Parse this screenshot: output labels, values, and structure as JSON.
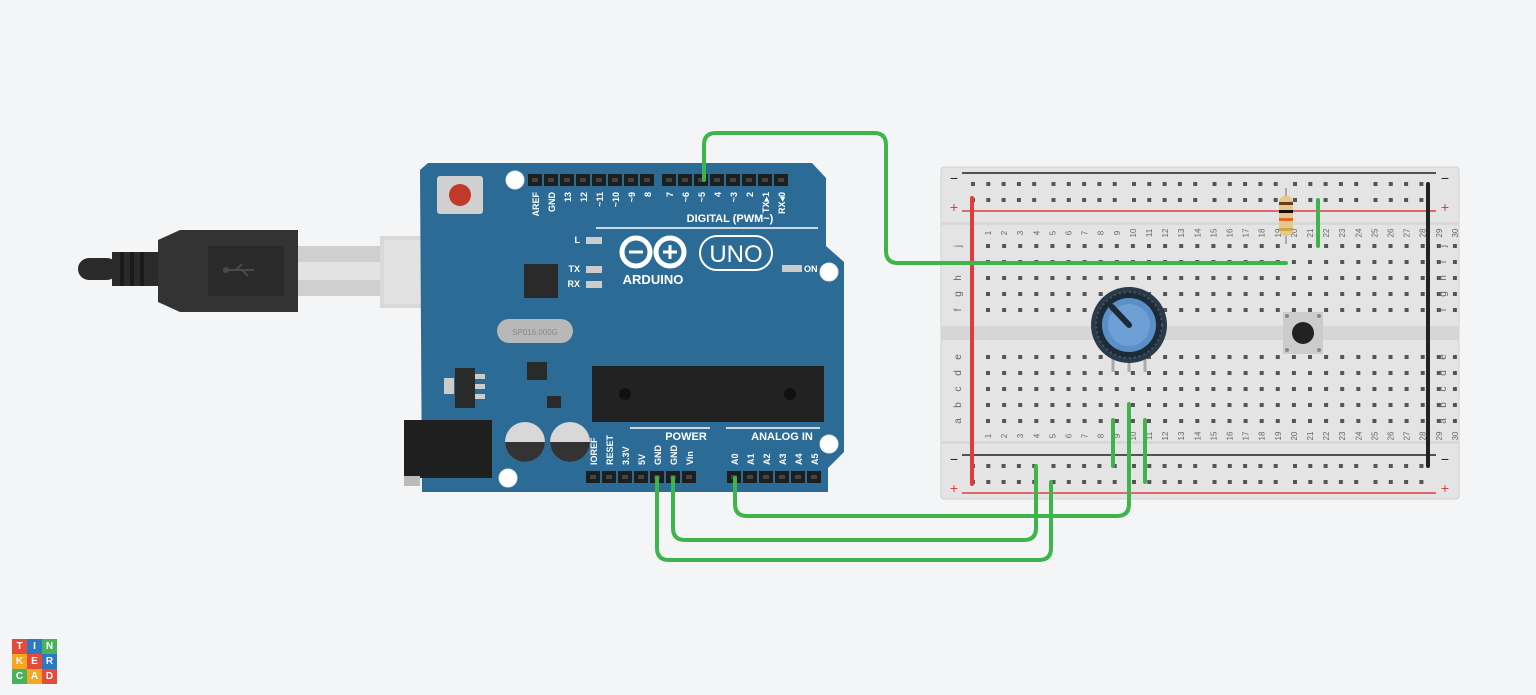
{
  "arduino": {
    "brand": "ARDUINO",
    "model": "UNO",
    "on_label": "ON",
    "led_labels": [
      "L",
      "TX",
      "RX"
    ],
    "crystal_label": "SP016.000G",
    "digital_header_label": "DIGITAL (PWM~)",
    "power_header_label": "POWER",
    "analog_header_label": "ANALOG IN",
    "digital_pins": [
      "AREF",
      "GND",
      "13",
      "12",
      "~11",
      "~10",
      "~9",
      "8",
      "7",
      "~6",
      "~5",
      "4",
      "~3",
      "2",
      "TX▸1",
      "RX◂0"
    ],
    "power_pins": [
      "IOREF",
      "RESET",
      "3.3V",
      "5V",
      "GND",
      "GND",
      "Vin"
    ],
    "analog_pins": [
      "A0",
      "A1",
      "A2",
      "A3",
      "A4",
      "A5"
    ]
  },
  "breadboard": {
    "minus_label": "−",
    "plus_label": "+",
    "row_letters_top": [
      "j",
      "i",
      "h",
      "g",
      "f"
    ],
    "row_letters_bottom": [
      "e",
      "d",
      "c",
      "b",
      "a"
    ],
    "columns": [
      "1",
      "2",
      "3",
      "4",
      "5",
      "6",
      "7",
      "8",
      "9",
      "10",
      "11",
      "12",
      "13",
      "14",
      "15",
      "16",
      "17",
      "18",
      "19",
      "20",
      "21",
      "22",
      "23",
      "24",
      "25",
      "26",
      "27",
      "28",
      "29",
      "30"
    ]
  },
  "colors": {
    "board_blue": "#2d6b97",
    "wire_green": "#3db54a",
    "rail_red": "#e03c3c",
    "rail_black": "#222222",
    "logo_tiles": [
      "#e54b3b",
      "#2b79c2",
      "#47b45a",
      "#f5a623",
      "#e54b3b",
      "#2b79c2",
      "#47b45a",
      "#f5a623",
      "#e54b3b"
    ]
  },
  "logo": {
    "letters": [
      "T",
      "I",
      "N",
      "K",
      "E",
      "R",
      "C",
      "A",
      "D"
    ]
  }
}
